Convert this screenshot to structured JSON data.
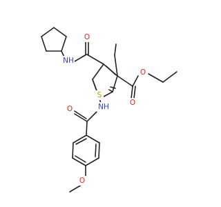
{
  "molecule": {
    "atoms": [
      {
        "id": "n_amide_top",
        "label": "NH",
        "color": "#2f3fd6"
      },
      {
        "id": "o_amide_top",
        "label": "O",
        "color": "#e0281f"
      },
      {
        "id": "s_ring",
        "label": "S",
        "color": "#b8a000"
      },
      {
        "id": "o_ester_dbl",
        "label": "O",
        "color": "#e0281f"
      },
      {
        "id": "o_ester_sgl",
        "label": "O",
        "color": "#e0281f"
      },
      {
        "id": "n_amide_bot",
        "label": "NH",
        "color": "#2f3fd6"
      },
      {
        "id": "o_amide_bot",
        "label": "O",
        "color": "#e0281f"
      },
      {
        "id": "o_methoxy",
        "label": "O",
        "color": "#e0281f"
      }
    ]
  },
  "colors": {
    "bond": "#222222",
    "background": "#ffffff"
  }
}
